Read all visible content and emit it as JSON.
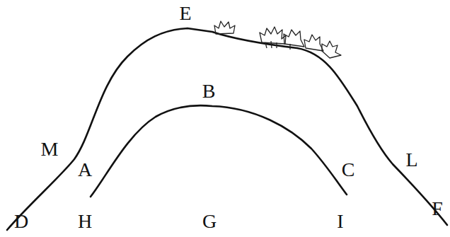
{
  "diagram": {
    "labels": [
      "E",
      "B",
      "M",
      "L",
      "A",
      "C",
      "D",
      "H",
      "G",
      "I",
      "F"
    ]
  }
}
